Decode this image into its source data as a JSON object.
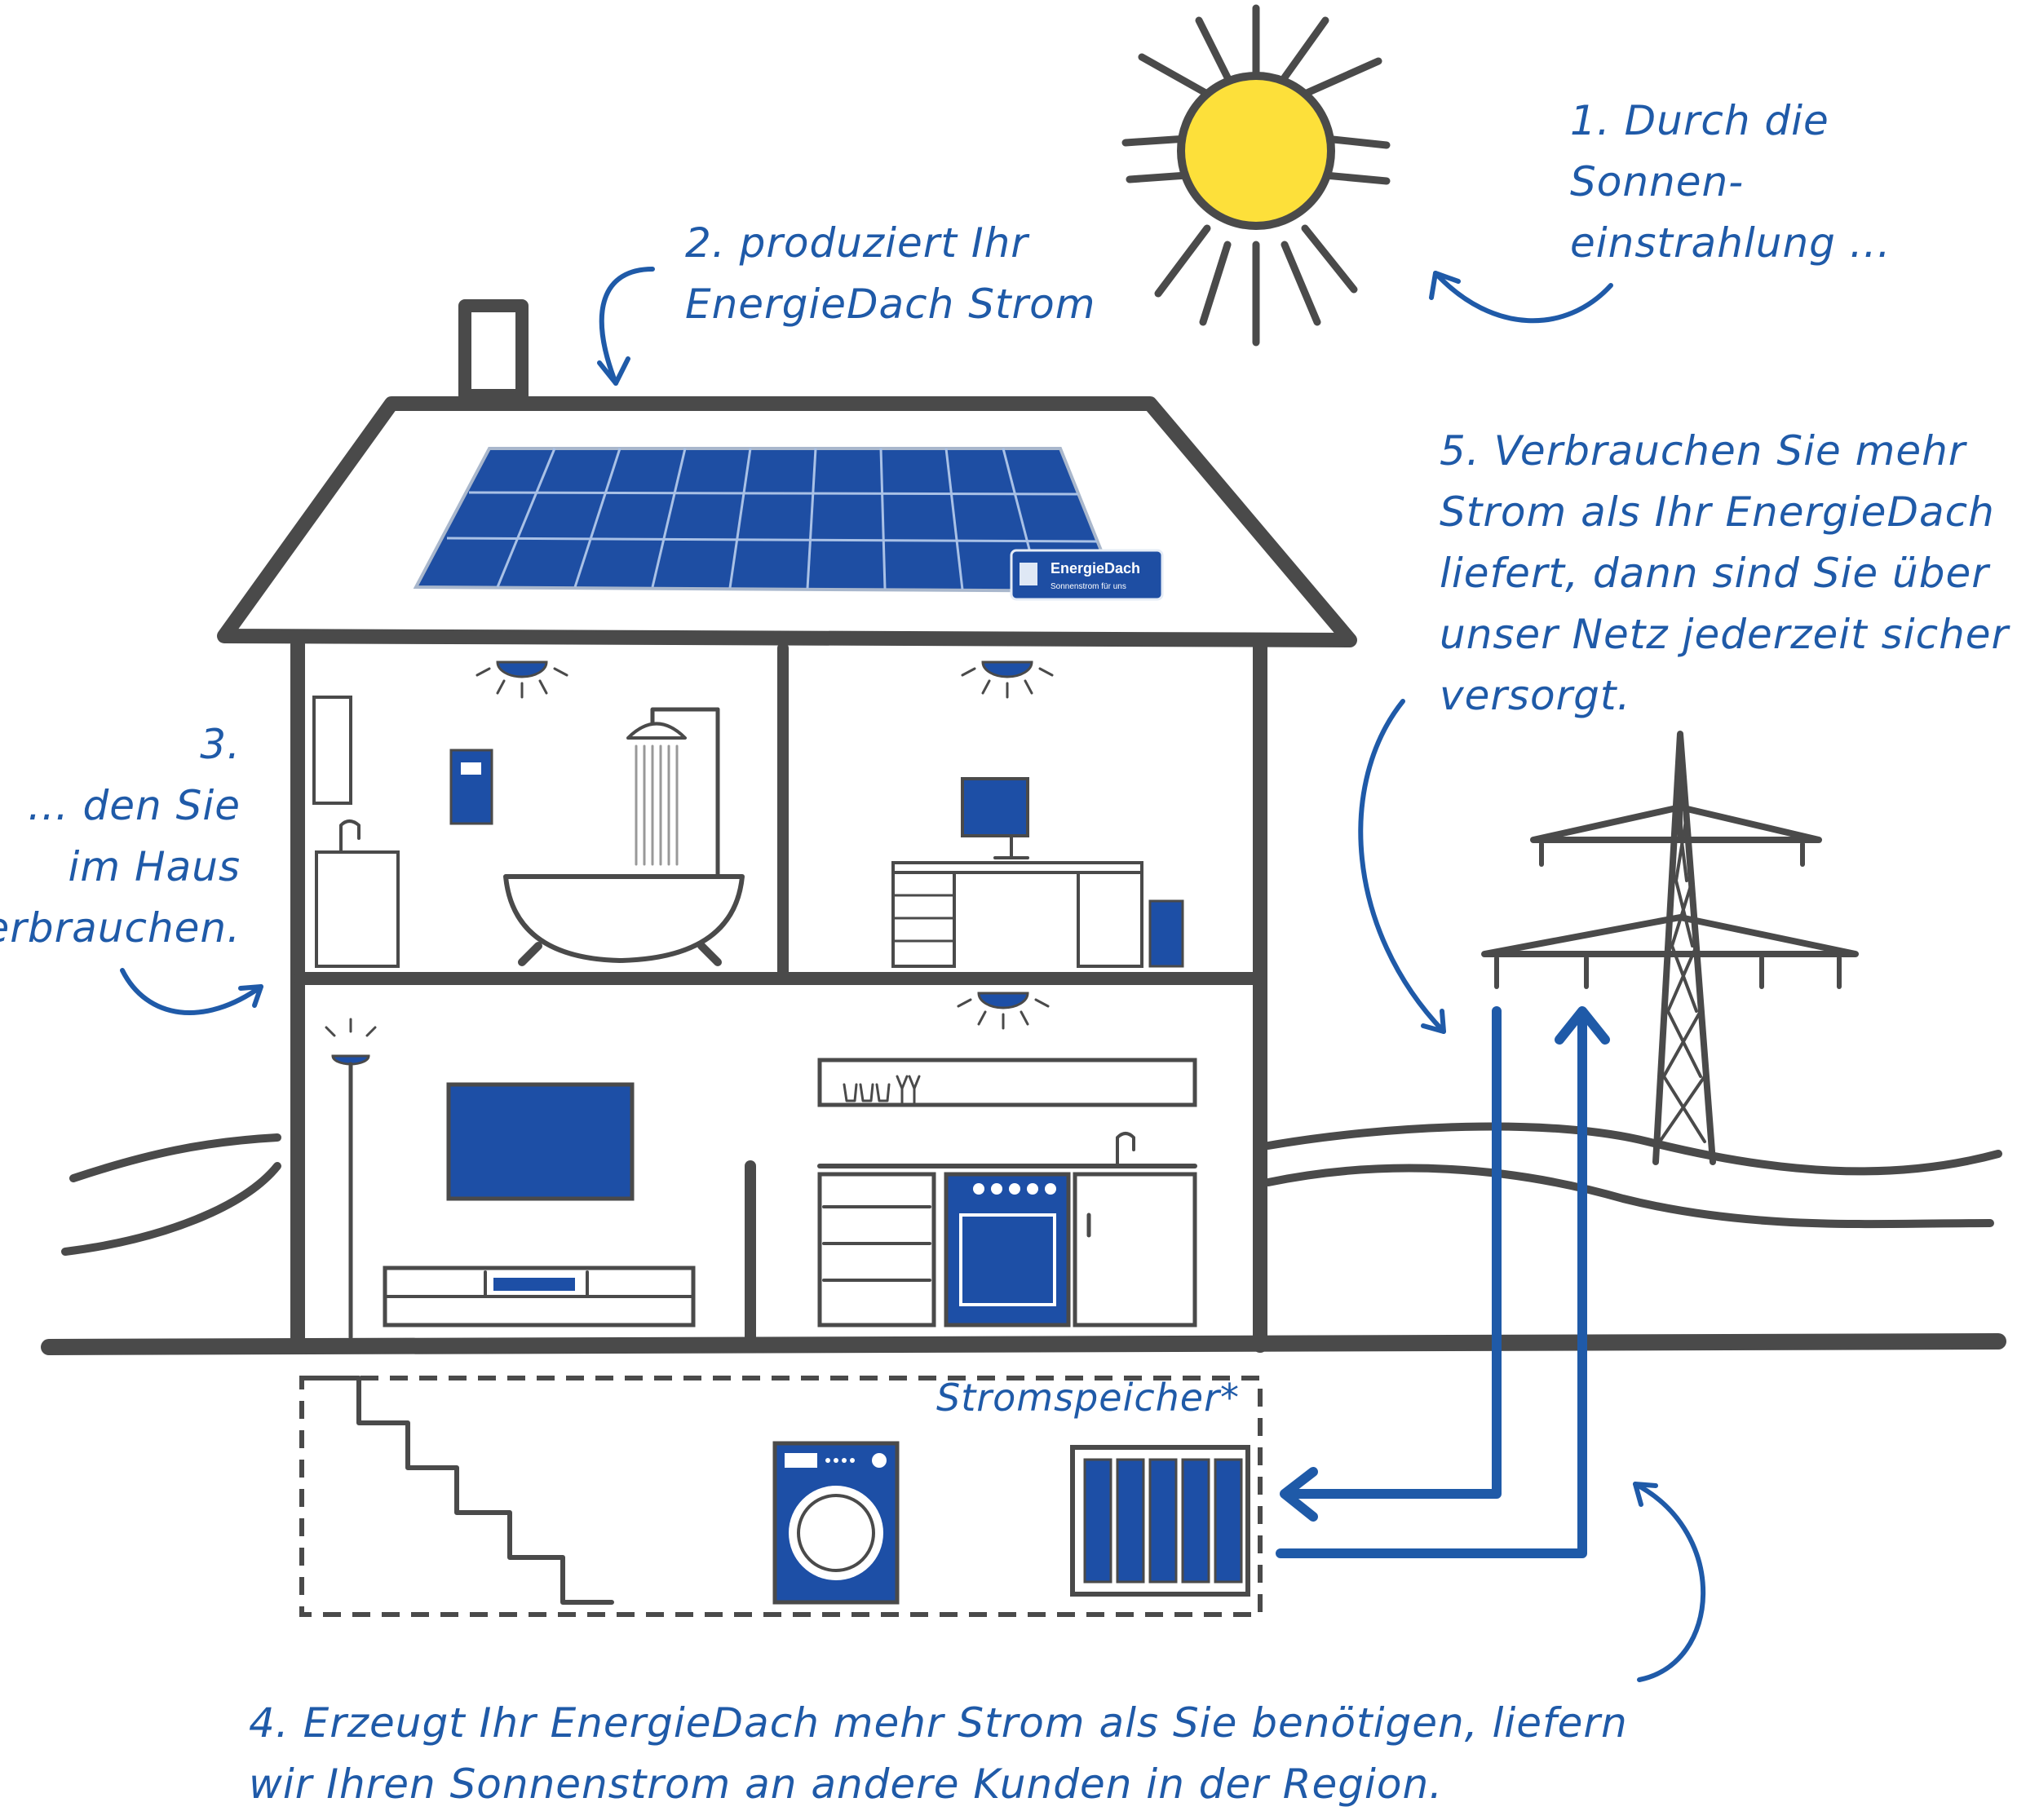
{
  "steps": {
    "step1": [
      "1. Durch die",
      "Sonnen-",
      "einstrahlung ..."
    ],
    "step2": [
      "2. produziert Ihr",
      "EnergieDach Strom"
    ],
    "step3": [
      "3.",
      "... den Sie",
      "im Haus",
      "verbrauchen."
    ],
    "step4": [
      "4. Erzeugt Ihr EnergieDach mehr Strom als Sie benötigen, liefern",
      "wir Ihren Sonnenstrom an andere Kunden in der Region."
    ],
    "step5": [
      "5. Verbrauchen Sie mehr",
      "Strom als Ihr EnergieDach",
      "liefert, dann sind Sie über",
      "unser Netz jederzeit sicher",
      "versorgt."
    ]
  },
  "storage_label": "Stromspeicher*",
  "logo": {
    "name": "EnergieDach",
    "tagline": "Sonnenstrom für uns"
  },
  "colors": {
    "text_blue": "#1f5aa8",
    "sun": "#fde03a",
    "line_gray": "#4a4a4a",
    "panel_blue": "#1e4ea3",
    "appliance_blue": "#1d4fa6"
  }
}
